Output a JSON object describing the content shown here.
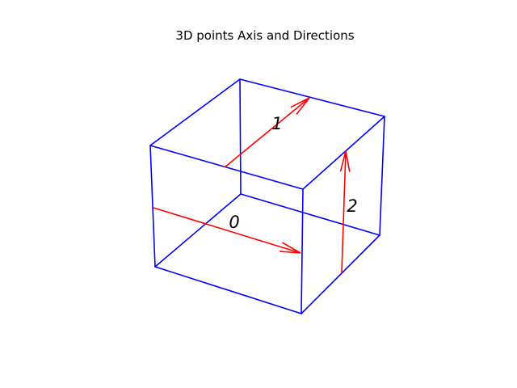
{
  "title": "3D points Axis and Directions",
  "colors": {
    "box_edge": "#0000ff",
    "direction_arrow": "#ff0000",
    "label": "#000000",
    "background": "#ffffff"
  },
  "box": {
    "shape": "rectangular box (wireframe, 12 edges)"
  },
  "axes": [
    {
      "label": "0",
      "color": "#ff0000"
    },
    {
      "label": "1",
      "color": "#ff0000"
    },
    {
      "label": "2",
      "color": "#ff0000"
    }
  ]
}
